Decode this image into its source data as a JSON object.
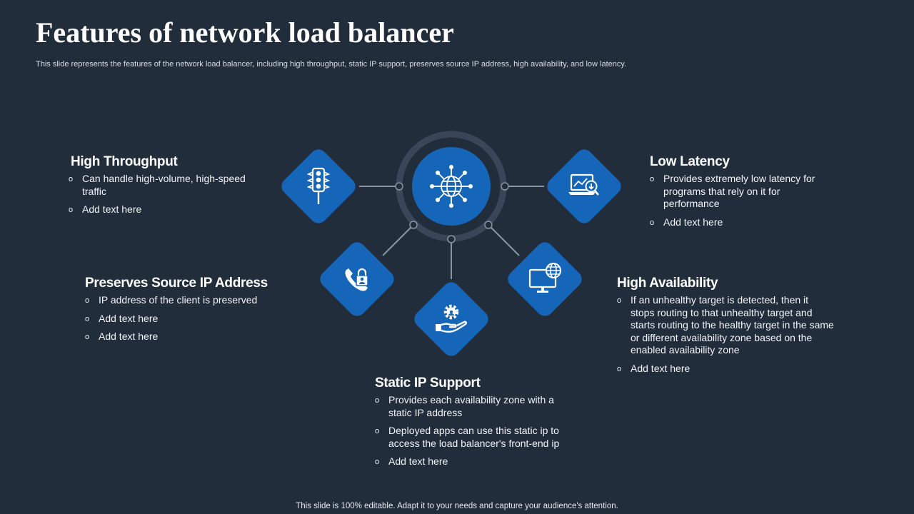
{
  "slide": {
    "title": "Features of network load balancer",
    "subtitle": "This slide represents the features of the network load balancer, including high throughput, static IP support, preserves source IP address, high availability, and low latency.",
    "footer": "This slide is 100% editable. Adapt it to your needs and capture your audience's attention."
  },
  "colors": {
    "background": "#222d3c",
    "accent": "#1565b8",
    "ring": "#3a4657",
    "connector": "#8a93a0"
  },
  "hub": {
    "icon": "network-globe-icon"
  },
  "features": {
    "high_throughput": {
      "icon": "traffic-light-icon",
      "title": "High Throughput",
      "bullets": [
        "Can handle high-volume, high-speed traffic",
        "Add text here"
      ]
    },
    "low_latency": {
      "icon": "laptop-download-icon",
      "title": "Low Latency",
      "bullets": [
        "Provides extremely low latency for programs that rely on it for performance",
        "Add text here"
      ]
    },
    "preserves_source_ip": {
      "icon": "phone-lock-icon",
      "title": "Preserves Source IP Address",
      "bullets": [
        "IP address of the client is preserved",
        "Add text here",
        "Add text here"
      ]
    },
    "static_ip": {
      "icon": "hand-gear-icon",
      "title": "Static IP Support",
      "bullets": [
        "Provides each availability  zone with a static IP address",
        "Deployed apps can use this static ip to access the load balancer's front-end ip",
        "Add text here"
      ]
    },
    "high_availability": {
      "icon": "monitor-globe-icon",
      "title": "High Availability",
      "bullets": [
        "If an unhealthy target is detected, then it stops routing to that unhealthy target and starts routing to the healthy target in the same or different availability  zone based on the enabled  availability  zone",
        "Add text here"
      ]
    }
  }
}
